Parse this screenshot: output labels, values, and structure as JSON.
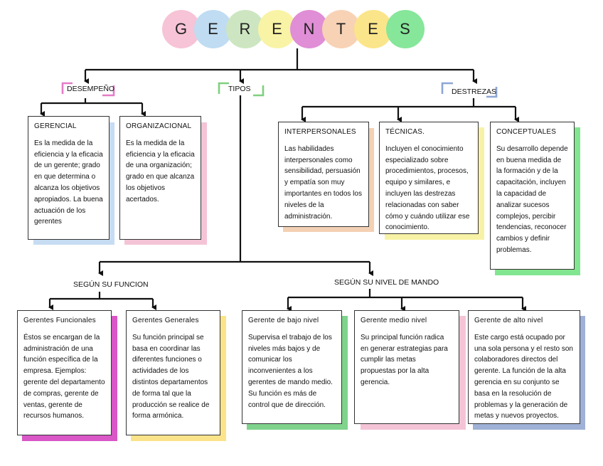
{
  "title": {
    "letters": [
      {
        "char": "G",
        "color": "#f7c3d6"
      },
      {
        "char": "E",
        "color": "#bfdcf2"
      },
      {
        "char": "R",
        "color": "#cde6c1"
      },
      {
        "char": "E",
        "color": "#f9f3a6"
      },
      {
        "char": "N",
        "color": "#e08ed6"
      },
      {
        "char": "T",
        "color": "#f8d2b5"
      },
      {
        "char": "E",
        "color": "#fbe58a"
      },
      {
        "char": "S",
        "color": "#86e69a"
      }
    ]
  },
  "branches": {
    "desempeno": {
      "label": "DESEMPEÑO",
      "accent": "#e57bc7"
    },
    "tipos": {
      "label": "TIPOS",
      "accent": "#7fd07f"
    },
    "destrezas": {
      "label": "DESTREZAS",
      "accent": "#8ca6d6"
    }
  },
  "cards": {
    "gerencial": {
      "title": "GERENCIAL",
      "body": "Es la medida de la eficiencia y la eficacia de un gerente; grado en que determina o alcanza los objetivos apropiados. La buena actuación de los gerentes",
      "shadow": "#c6dcf2"
    },
    "organizacional": {
      "title": "ORGANIZACIONAL",
      "body": "Es la medida de la eficiencia y la eficacia de una organización; grado en que alcanza los objetivos acertados.",
      "shadow": "#f4c4d6"
    },
    "interpersonales": {
      "title": "INTERPERSONALES",
      "body": " Las habilidades interpersonales como sensibilidad, persuasión y empatía son muy importantes en todos los niveles de la administración.",
      "shadow": "#f3d1b4"
    },
    "tecnicas": {
      "title": "TÉCNICAS.",
      "body": "Incluyen el conocimiento especializado sobre procedimientos, procesos, equipo y similares, e incluyen las destrezas relacionadas con saber cómo y cuándo utilizar ese conocimiento.",
      "shadow": "#f8f2a6"
    },
    "conceptuales": {
      "title": "CONCEPTUALES",
      "body": " Su desarrollo depende en buena medida de la formación y de la capacitación, incluyen la capacidad de analizar sucesos complejos, percibir tendencias, reconocer cambios y definir problemas.",
      "shadow": "#82e58f"
    },
    "funcionales": {
      "title": "Gerentes Funcionales",
      "body": "Éstos se encargan de la administración de una función específica de la empresa. Ejemplos: gerente del departamento de compras, gerente de ventas, gerente de recursos humanos.",
      "shadow": "#d957c6"
    },
    "generales": {
      "title": "Gerentes Generales",
      "body": "Su función principal se basa en coordinar las diferentes funciones o actividades de los distintos departamentos de forma tal que la producción se realice de forma armónica.",
      "shadow": "#fbe38a"
    },
    "bajo": {
      "title": "Gerente de bajo nivel",
      "body": "Supervisa el trabajo de los niveles más bajos y de comunicar los inconvenientes a los gerentes de mando medio. Su función es más de control que de dirección.",
      "shadow": "#7fd38c"
    },
    "medio": {
      "title": "Gerente medio nivel",
      "body": "Su principal función radica en generar estrategias para cumplir las metas propuestas por la alta gerencia.",
      "shadow": "#f4c4d6"
    },
    "alto": {
      "title": "Gerente de alto nivel",
      "body": "Este cargo está ocupado por una sola persona y el resto son colaboradores directos del gerente. La función de la alta gerencia en su conjunto se basa en la resolución de problemas y la generación de metas y nuevos proyectos.",
      "shadow": "#9fb1d6"
    }
  },
  "subbranches": {
    "funcion": "SEGÚN SU FUNCION",
    "nivel": "SEGÚN SU NIVEL DE MANDO"
  }
}
